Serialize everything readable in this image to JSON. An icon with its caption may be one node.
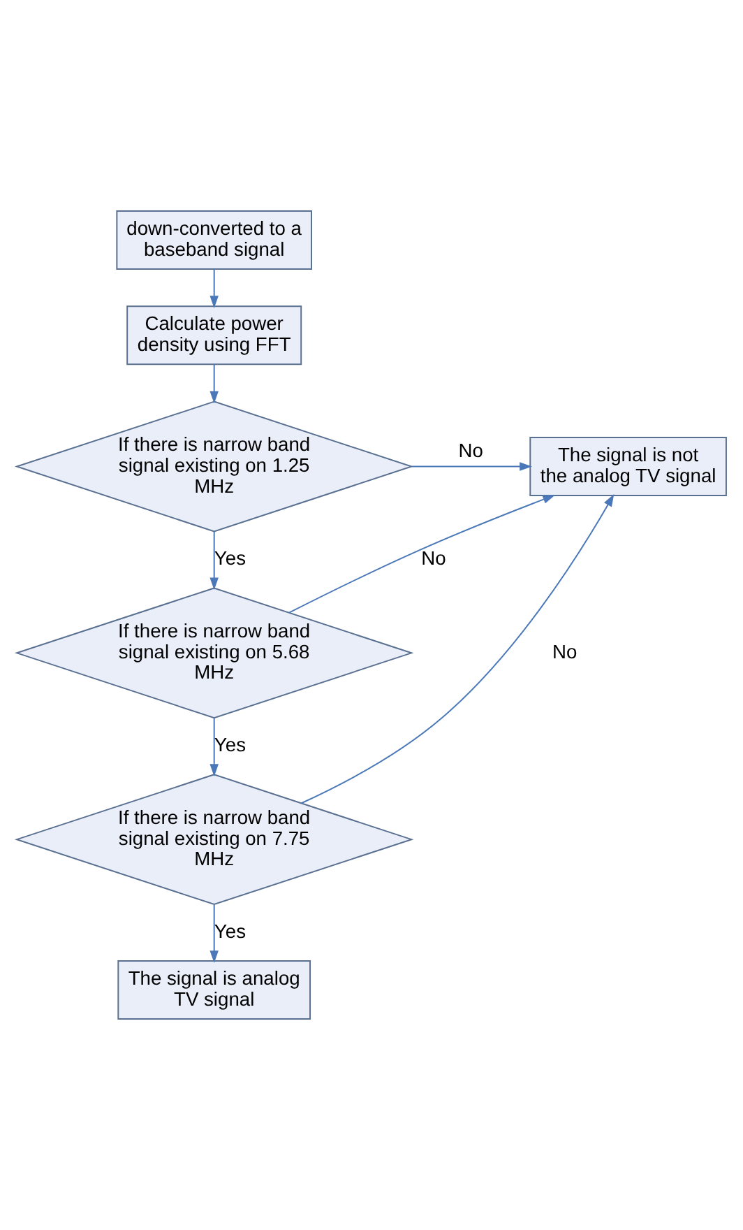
{
  "diagram": {
    "nodes": [
      {
        "text": [
          "down-converted to a baseband signal"
        ]
      },
      {
        "text": [
          "Calculate power density using FFT"
        ]
      },
      {
        "text": [
          "If there is narrow band signal existing on 1.25 MHz"
        ]
      },
      {
        "text": [
          "The signal is not the analog TV signal"
        ]
      },
      {
        "text": [
          "If there is narrow band signal existing on 5.68 MHz"
        ]
      },
      {
        "text": [
          "If there is narrow band signal existing on 7.75 MHz"
        ]
      },
      {
        "text": [
          "The signal is analog TV signal"
        ]
      }
    ],
    "edges": [
      {
        "from": 0,
        "to": 1,
        "arrow": "to"
      },
      {
        "from": 1,
        "to": 2,
        "arrow": "to"
      },
      {
        "from": 2,
        "to": 3,
        "arrow": "to",
        "label": "No"
      },
      {
        "from": 2,
        "to": 4,
        "arrow": "to",
        "label": "Yes"
      },
      {
        "from": 4,
        "to": 3,
        "arrow": "to",
        "label": "No"
      },
      {
        "from": 4,
        "to": 5,
        "arrow": "to",
        "label": "Yes"
      },
      {
        "from": 5,
        "to": 3,
        "arrow": "to",
        "label": "No"
      },
      {
        "from": 5,
        "to": 6,
        "arrow": "to",
        "label": "Yes"
      }
    ]
  }
}
